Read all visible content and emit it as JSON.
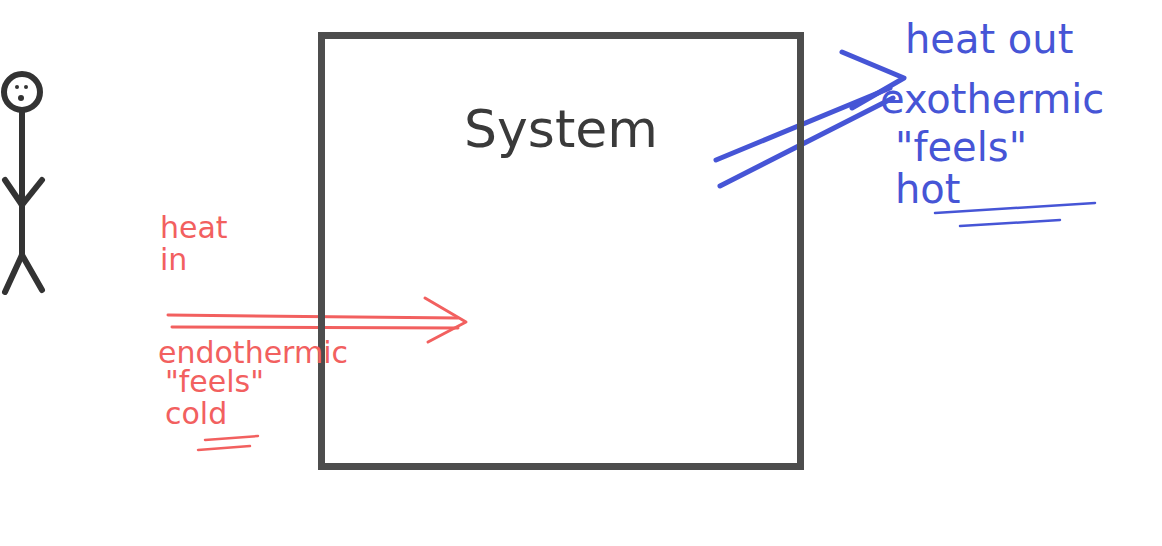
{
  "diagram": {
    "nodes": [
      {
        "text": [
          "System"
        ]
      }
    ],
    "labels": [
      "heat in",
      "endothermic",
      "\"feels\" cold",
      "heat out",
      "exothermic",
      "\"feels\" hot"
    ]
  }
}
